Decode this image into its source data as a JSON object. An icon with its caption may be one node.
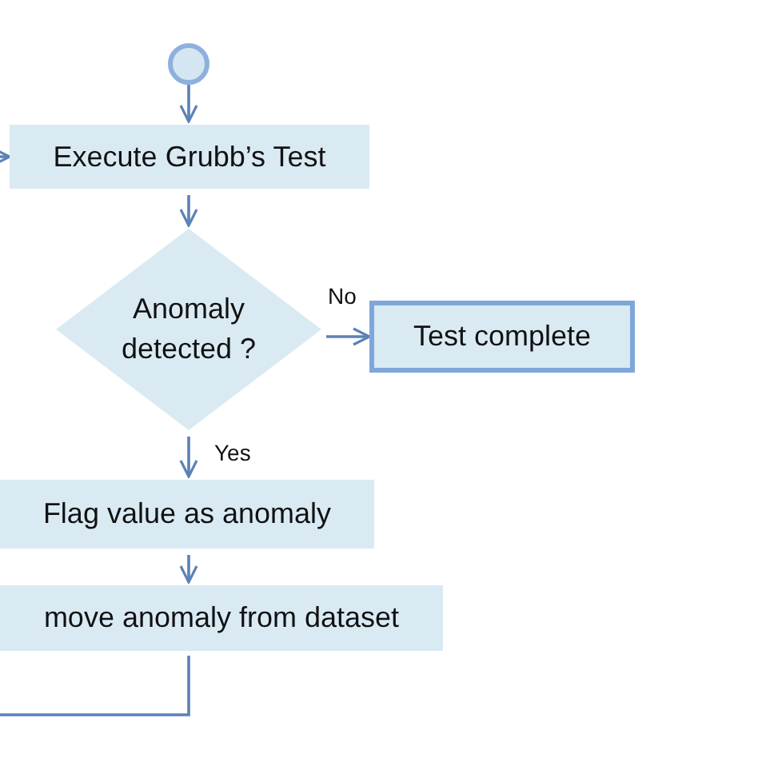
{
  "diagram": {
    "nodes": [
      {
        "text": [],
        "shape": "circle"
      },
      {
        "text": [
          "Execute Grubb’s Test"
        ]
      },
      {
        "text": [
          "Anomaly detected ?"
        ]
      },
      {
        "text": [
          "Test complete"
        ]
      },
      {
        "text": [
          "Flag value as anomaly"
        ]
      },
      {
        "text": [
          "move anomaly from dataset"
        ]
      }
    ],
    "edges": [
      {
        "from": 0,
        "to": 1,
        "arrow": "to"
      },
      {
        "from": 1,
        "to": 2,
        "arrow": "to"
      },
      {
        "from": 2,
        "to": 3,
        "arrow": "to",
        "label": "No"
      },
      {
        "from": 2,
        "to": 4,
        "arrow": "to",
        "label": "Yes"
      },
      {
        "from": 4,
        "to": 5,
        "arrow": "to"
      },
      {
        "from": 5,
        "to": 1,
        "arrow": "to"
      }
    ]
  }
}
